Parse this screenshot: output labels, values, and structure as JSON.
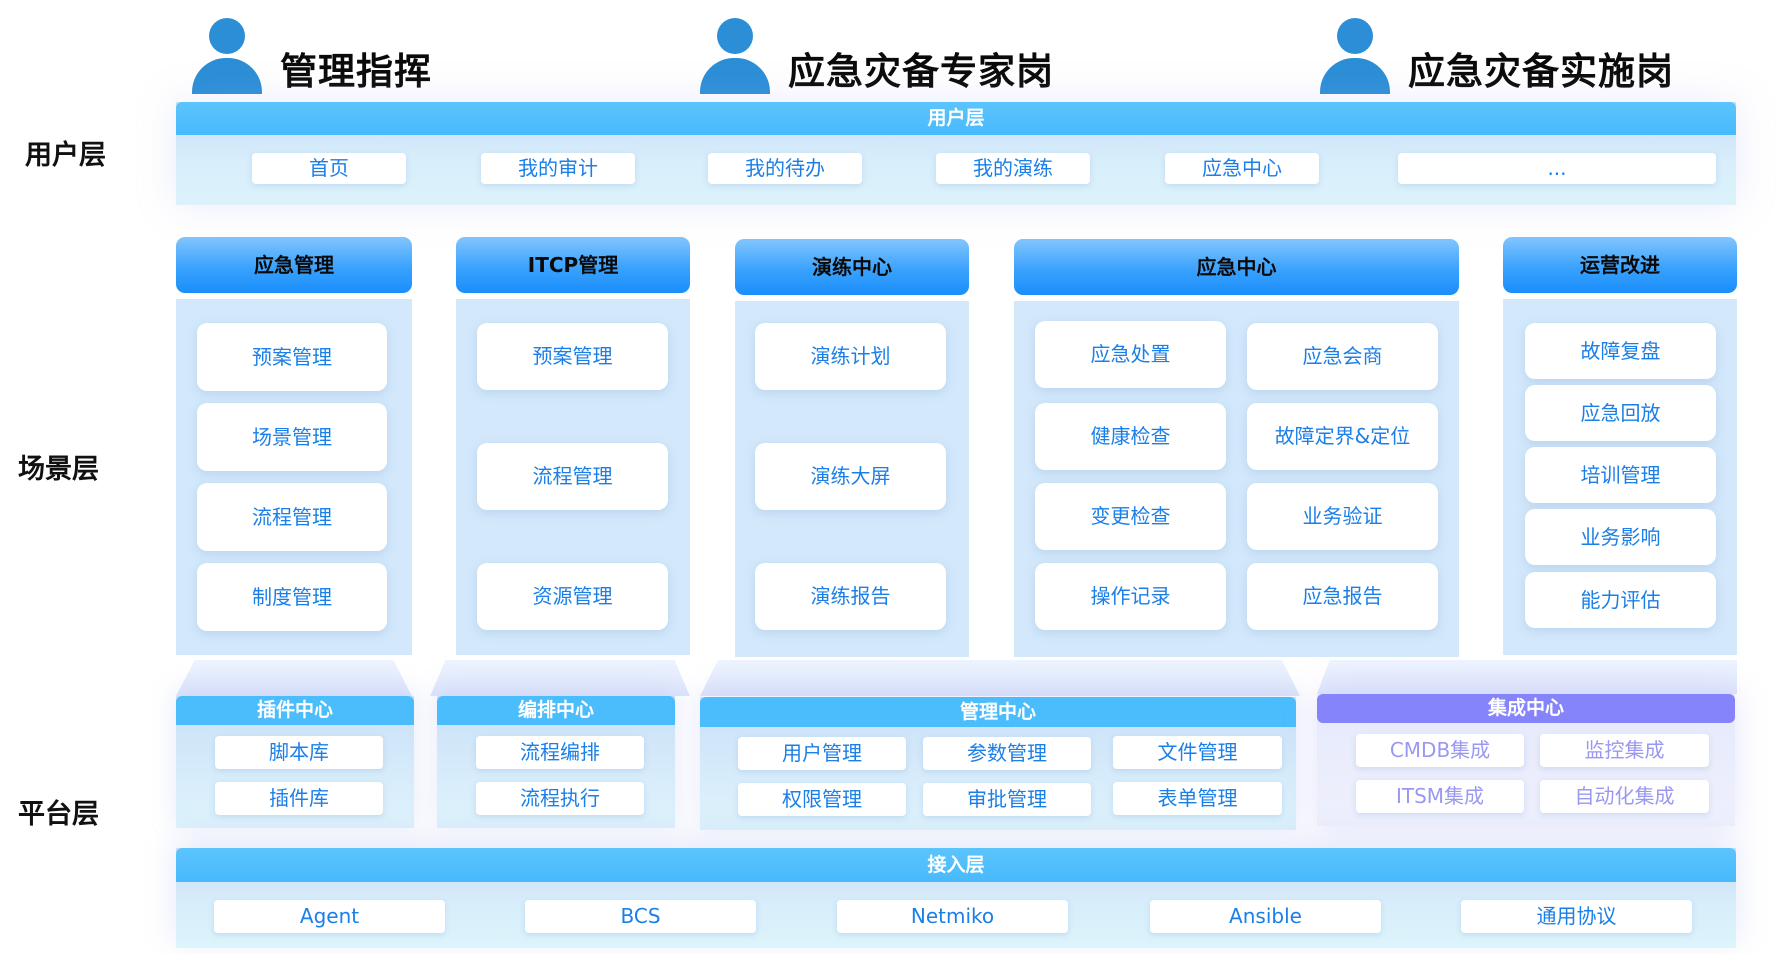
{
  "personas": [
    {
      "title": "管理指挥",
      "icon": "person-icon"
    },
    {
      "title": "应急灾备专家岗",
      "icon": "person-icon"
    },
    {
      "title": "应急灾备实施岗",
      "icon": "person-icon"
    }
  ],
  "side_labels": {
    "user": "用户层",
    "scene": "场景层",
    "platform": "平台层"
  },
  "user_layer": {
    "title": "用户层",
    "items": [
      "首页",
      "我的审计",
      "我的待办",
      "我的演练",
      "应急中心",
      "..."
    ]
  },
  "scene_layer": {
    "columns": [
      {
        "title": "应急管理",
        "items": [
          "预案管理",
          "场景管理",
          "流程管理",
          "制度管理"
        ]
      },
      {
        "title": "ITCP管理",
        "items": [
          "预案管理",
          "流程管理",
          "资源管理"
        ]
      },
      {
        "title": "演练中心",
        "items": [
          "演练计划",
          "演练大屏",
          "演练报告"
        ]
      },
      {
        "title": "应急中心",
        "items": [
          "应急处置",
          "应急会商",
          "健康检查",
          "故障定界&定位",
          "变更检查",
          "业务验证",
          "操作记录",
          "应急报告"
        ]
      },
      {
        "title": "运营改进",
        "items": [
          "故障复盘",
          "应急回放",
          "培训管理",
          "业务影响",
          "能力评估"
        ]
      }
    ]
  },
  "platform_layer": {
    "groups": [
      {
        "title": "插件中心",
        "items": [
          "脚本库",
          "插件库"
        ]
      },
      {
        "title": "编排中心",
        "items": [
          "流程编排",
          "流程执行"
        ]
      },
      {
        "title": "管理中心",
        "items": [
          "用户管理",
          "参数管理",
          "文件管理",
          "权限管理",
          "审批管理",
          "表单管理"
        ]
      },
      {
        "title": "集成中心",
        "items": [
          "CMDB集成",
          "监控集成",
          "ITSM集成",
          "自动化集成"
        ]
      }
    ]
  },
  "access_layer": {
    "title": "接入层",
    "items": [
      "Agent",
      "BCS",
      "Netmiko",
      "Ansible",
      "通用协议"
    ]
  },
  "colors": {
    "band": "#47bafd",
    "scene_header": "#1a8efc",
    "scene_body": "#d3e8fb",
    "item_text": "#1b7fe8",
    "integration_header": "#8584fb",
    "integration_text": "#9a98f0",
    "person_icon": "#2b8ed6"
  }
}
